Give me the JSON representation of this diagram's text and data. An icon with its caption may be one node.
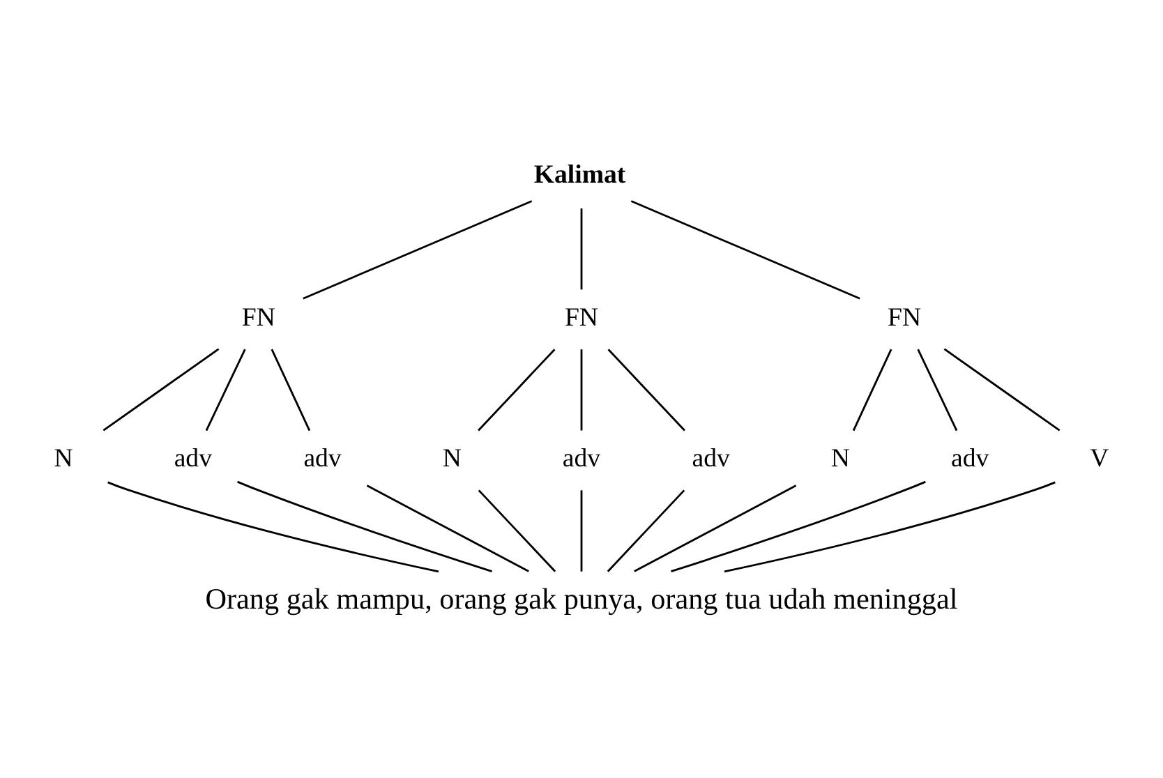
{
  "diagram": {
    "nodes": [
      {
        "text": [
          "Kalimat"
        ]
      },
      {
        "text": [
          "FN"
        ]
      },
      {
        "text": [
          "FN"
        ]
      },
      {
        "text": [
          "FN"
        ]
      },
      {
        "text": [
          "N"
        ]
      },
      {
        "text": [
          "adv"
        ]
      },
      {
        "text": [
          "adv"
        ]
      },
      {
        "text": [
          "N"
        ]
      },
      {
        "text": [
          "adv"
        ]
      },
      {
        "text": [
          "adv"
        ]
      },
      {
        "text": [
          "N"
        ]
      },
      {
        "text": [
          "adv"
        ]
      },
      {
        "text": [
          "V"
        ]
      },
      {
        "text": [
          "Orang gak mampu, orang gak punya, orang tua udah meninggal"
        ]
      }
    ],
    "edges": [
      {
        "from": 0,
        "to": 1,
        "arrow": "none"
      },
      {
        "from": 0,
        "to": 2,
        "arrow": "none"
      },
      {
        "from": 0,
        "to": 3,
        "arrow": "none"
      },
      {
        "from": 1,
        "to": 4,
        "arrow": "none"
      },
      {
        "from": 1,
        "to": 5,
        "arrow": "none"
      },
      {
        "from": 1,
        "to": 6,
        "arrow": "none"
      },
      {
        "from": 2,
        "to": 7,
        "arrow": "none"
      },
      {
        "from": 2,
        "to": 8,
        "arrow": "none"
      },
      {
        "from": 2,
        "to": 9,
        "arrow": "none"
      },
      {
        "from": 3,
        "to": 10,
        "arrow": "none"
      },
      {
        "from": 3,
        "to": 11,
        "arrow": "none"
      },
      {
        "from": 3,
        "to": 12,
        "arrow": "none"
      },
      {
        "from": 4,
        "to": 13,
        "arrow": "none"
      },
      {
        "from": 5,
        "to": 13,
        "arrow": "none"
      },
      {
        "from": 6,
        "to": 13,
        "arrow": "none"
      },
      {
        "from": 7,
        "to": 13,
        "arrow": "none"
      },
      {
        "from": 8,
        "to": 13,
        "arrow": "none"
      },
      {
        "from": 9,
        "to": 13,
        "arrow": "none"
      },
      {
        "from": 10,
        "to": 13,
        "arrow": "none"
      },
      {
        "from": 11,
        "to": 13,
        "arrow": "none"
      },
      {
        "from": 12,
        "to": 13,
        "arrow": "none"
      }
    ]
  }
}
